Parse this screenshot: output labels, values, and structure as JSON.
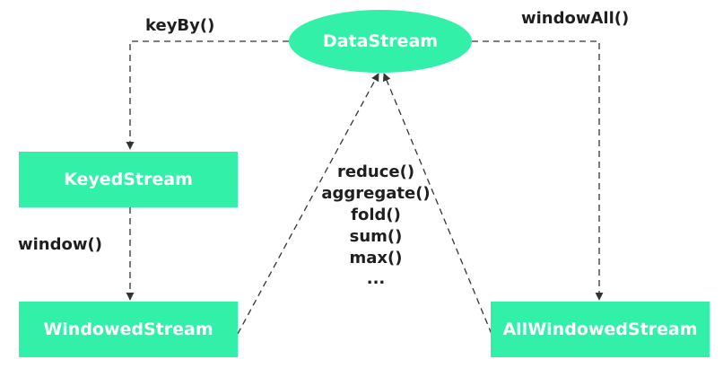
{
  "colors": {
    "node_fill": "#33F0A8",
    "node_text": "#ffffff",
    "edge": "#333333",
    "label_text": "#1f1f1f"
  },
  "nodes": {
    "datastream": "DataStream",
    "keyed_stream": "KeyedStream",
    "windowed_stream": "WindowedStream",
    "all_windowed_stream": "AllWindowedStream"
  },
  "edges": {
    "key_by": "keyBy()",
    "window_all": "windowAll()",
    "window": "window()"
  },
  "operations": [
    "reduce()",
    "aggregate()",
    "fold()",
    "sum()",
    "max()",
    "..."
  ]
}
